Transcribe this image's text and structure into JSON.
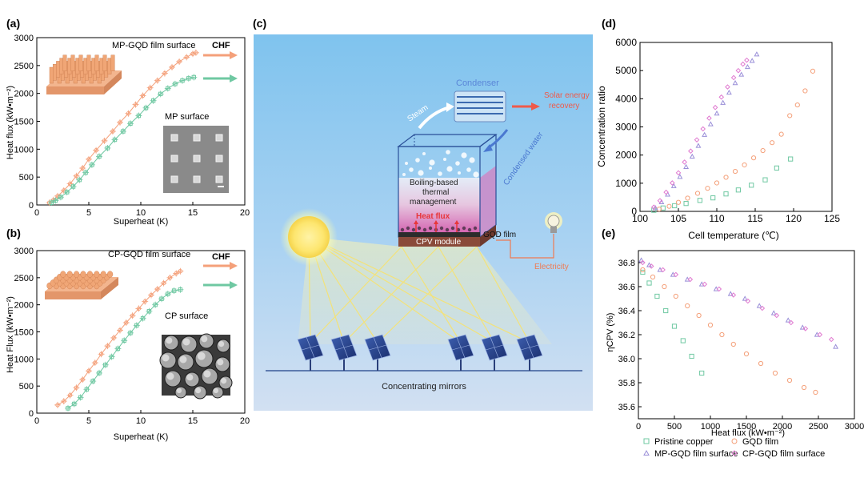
{
  "colors": {
    "orange": "#f4a07a",
    "green": "#6fc8a2",
    "purple": "#9a8fd8",
    "pink": "#e07ad0",
    "sky_top": "#7fc3ee",
    "sky_bottom": "#cfe0f3",
    "sun": "#fdeb7a",
    "arrow_red": "#ef5a4a",
    "label_blue": "#5a86d8",
    "label_orange": "#ef7a52"
  },
  "panel_labels": {
    "a": "(a)",
    "b": "(b)",
    "c": "(c)",
    "d": "(d)",
    "e": "(e)"
  },
  "panel_a": {
    "ylabel": "Heat flux (kW•m⁻²)",
    "xlabel": "Superheat (K)",
    "series_top_label": "MP-GQD film surface",
    "series_bottom_label": "MP surface",
    "chf_label": "CHF",
    "scale_bar": "scale bar"
  },
  "panel_b": {
    "ylabel": "Heat Flux (kW•m⁻²)",
    "xlabel": "Superheat (K)",
    "series_top_label": "CP-GQD film surface",
    "series_bottom_label": "CP surface",
    "chf_label": "CHF"
  },
  "panel_c": {
    "condenser": "Condenser",
    "steam": "Steam",
    "solar_recovery_1": "Solar energy",
    "solar_recovery_2": "recovery",
    "condensed_water": "Condensed water",
    "boiling_1": "Boiling-based",
    "boiling_2": "thermal",
    "boiling_3": "management",
    "heat_flux": "Heat flux",
    "gqd_film": "GQD film",
    "cpv_module": "CPV module",
    "electricity": "Electricity",
    "mirrors": "Concentrating mirrors"
  },
  "chart_data": [
    {
      "panel": "a",
      "type": "scatter",
      "xlabel": "Superheat (K)",
      "ylabel": "Heat flux (kW•m⁻²)",
      "xlim": [
        0,
        20
      ],
      "ylim": [
        0,
        3000
      ],
      "xticks": [
        0,
        5,
        10,
        15,
        20
      ],
      "yticks": [
        0,
        500,
        1000,
        1500,
        2000,
        2500,
        3000
      ],
      "series": [
        {
          "name": "MP-GQD film surface",
          "color": "orange",
          "x": [
            1.2,
            1.6,
            2.0,
            2.6,
            3.2,
            3.8,
            4.4,
            5.0,
            5.7,
            6.5,
            7.3,
            8.0,
            8.8,
            9.5,
            10.2,
            10.9,
            11.6,
            12.3,
            13.0,
            13.7,
            14.4,
            15.0,
            15.3
          ],
          "y": [
            40,
            90,
            160,
            260,
            380,
            520,
            660,
            820,
            980,
            1150,
            1320,
            1480,
            1640,
            1800,
            1960,
            2100,
            2230,
            2360,
            2470,
            2570,
            2650,
            2710,
            2730
          ]
        },
        {
          "name": "MP surface",
          "color": "green",
          "x": [
            1.4,
            1.8,
            2.3,
            2.9,
            3.5,
            4.1,
            4.7,
            5.3,
            6.0,
            6.8,
            7.5,
            8.3,
            9.0,
            9.8,
            10.5,
            11.2,
            11.9,
            12.6,
            13.3,
            14.0,
            14.6,
            15.1
          ],
          "y": [
            40,
            80,
            140,
            230,
            330,
            450,
            580,
            720,
            870,
            1020,
            1170,
            1320,
            1460,
            1600,
            1740,
            1870,
            1990,
            2090,
            2170,
            2230,
            2270,
            2290
          ]
        }
      ]
    },
    {
      "panel": "b",
      "type": "scatter",
      "xlabel": "Superheat (K)",
      "ylabel": "Heat Flux (kW•m⁻²)",
      "xlim": [
        0,
        20
      ],
      "ylim": [
        0,
        3000
      ],
      "xticks": [
        0,
        5,
        10,
        15,
        20
      ],
      "yticks": [
        0,
        500,
        1000,
        1500,
        2000,
        2500,
        3000
      ],
      "series": [
        {
          "name": "CP-GQD film surface",
          "color": "orange",
          "x": [
            2.0,
            2.6,
            3.2,
            3.8,
            4.4,
            5.0,
            5.6,
            6.2,
            6.8,
            7.4,
            8.0,
            8.6,
            9.2,
            9.8,
            10.4,
            11.0,
            11.6,
            12.2,
            12.8,
            13.4,
            13.8
          ],
          "y": [
            150,
            220,
            330,
            470,
            620,
            780,
            930,
            1090,
            1240,
            1390,
            1530,
            1670,
            1800,
            1930,
            2060,
            2180,
            2290,
            2400,
            2500,
            2580,
            2620
          ]
        },
        {
          "name": "CP surface",
          "color": "green",
          "x": [
            3.0,
            3.6,
            4.2,
            4.8,
            5.4,
            6.0,
            6.6,
            7.2,
            7.8,
            8.4,
            9.0,
            9.6,
            10.2,
            10.8,
            11.4,
            12.0,
            12.6,
            13.2,
            13.8
          ],
          "y": [
            90,
            170,
            290,
            440,
            590,
            740,
            890,
            1040,
            1190,
            1340,
            1480,
            1620,
            1750,
            1880,
            2000,
            2110,
            2200,
            2260,
            2280
          ]
        }
      ]
    },
    {
      "panel": "d",
      "type": "scatter",
      "xlabel": "Cell temperature (℃)",
      "ylabel": "Concentration ratio",
      "xlim": [
        100,
        125
      ],
      "ylim": [
        0,
        6000
      ],
      "xticks": [
        100,
        105,
        110,
        115,
        120,
        125
      ],
      "yticks": [
        0,
        1000,
        2000,
        3000,
        4000,
        5000,
        6000
      ],
      "series": [
        {
          "name": "Pristine copper",
          "color": "green",
          "marker": "square",
          "x": [
            101.8,
            103.0,
            104.5,
            106.0,
            107.8,
            109.5,
            111.2,
            112.8,
            114.5,
            116.3,
            117.8,
            119.6
          ],
          "y": [
            40,
            120,
            200,
            280,
            390,
            480,
            620,
            760,
            930,
            1120,
            1540,
            1860
          ]
        },
        {
          "name": "GQD film",
          "color": "orange",
          "marker": "circle",
          "x": [
            102.5,
            103.8,
            105.0,
            106.2,
            107.5,
            108.8,
            110.0,
            111.2,
            112.4,
            113.6,
            114.8,
            116.0,
            117.2,
            118.4,
            119.5,
            120.5,
            121.5,
            122.5
          ],
          "y": [
            80,
            180,
            320,
            470,
            640,
            820,
            1010,
            1210,
            1420,
            1650,
            1900,
            2160,
            2440,
            2740,
            3400,
            3780,
            4280,
            4980
          ]
        },
        {
          "name": "MP-GQD film surface",
          "color": "purple",
          "marker": "triangle",
          "x": [
            102.0,
            102.8,
            103.6,
            104.4,
            105.2,
            106.0,
            106.8,
            107.6,
            108.4,
            109.2,
            110.0,
            110.8,
            111.6,
            112.4,
            113.2,
            114.0,
            114.6,
            115.2
          ],
          "y": [
            120,
            330,
            600,
            900,
            1230,
            1580,
            1950,
            2330,
            2720,
            3100,
            3480,
            3860,
            4220,
            4560,
            4860,
            5130,
            5350,
            5580
          ]
        },
        {
          "name": "CP-GQD film surface",
          "color": "pink",
          "marker": "diamond",
          "x": [
            101.8,
            102.6,
            103.4,
            104.2,
            105.0,
            105.8,
            106.6,
            107.4,
            108.2,
            109.0,
            109.8,
            110.6,
            111.4,
            112.2,
            112.8,
            113.4,
            113.9
          ],
          "y": [
            150,
            380,
            680,
            1010,
            1370,
            1750,
            2140,
            2540,
            2930,
            3310,
            3690,
            4060,
            4420,
            4750,
            5000,
            5230,
            5370
          ]
        }
      ]
    },
    {
      "panel": "e",
      "type": "scatter",
      "xlabel": "Heat flux (kW•m⁻²)",
      "ylabel": "ηCPV (%)",
      "xlim": [
        0,
        3000
      ],
      "ylim": [
        35.5,
        36.9
      ],
      "xticks": [
        0,
        500,
        1000,
        1500,
        2000,
        2500,
        3000
      ],
      "yticks": [
        35.6,
        35.8,
        36.0,
        36.2,
        36.4,
        36.6,
        36.8
      ],
      "series": [
        {
          "name": "Pristine copper",
          "color": "green",
          "marker": "square",
          "x": [
            60,
            150,
            260,
            380,
            500,
            620,
            740,
            880
          ],
          "y": [
            36.72,
            36.63,
            36.52,
            36.4,
            36.27,
            36.15,
            36.02,
            35.88
          ]
        },
        {
          "name": "GQD film",
          "color": "orange",
          "marker": "circle",
          "x": [
            60,
            200,
            360,
            520,
            680,
            840,
            1000,
            1160,
            1320,
            1500,
            1700,
            1900,
            2100,
            2300,
            2460
          ],
          "y": [
            36.74,
            36.68,
            36.6,
            36.52,
            36.44,
            36.36,
            36.28,
            36.2,
            36.12,
            36.04,
            35.96,
            35.88,
            35.82,
            35.76,
            35.72
          ]
        },
        {
          "name": "MP-GQD film surface",
          "color": "purple",
          "marker": "triangle",
          "x": [
            40,
            150,
            300,
            480,
            680,
            880,
            1080,
            1280,
            1480,
            1680,
            1880,
            2080,
            2280,
            2480,
            2740
          ],
          "y": [
            36.82,
            36.78,
            36.74,
            36.7,
            36.66,
            36.62,
            36.58,
            36.54,
            36.5,
            36.44,
            36.38,
            36.32,
            36.26,
            36.2,
            36.1
          ]
        },
        {
          "name": "CP-GQD film surface",
          "color": "pink",
          "marker": "diamond",
          "x": [
            60,
            180,
            340,
            520,
            720,
            920,
            1120,
            1320,
            1520,
            1720,
            1920,
            2120,
            2320,
            2520,
            2680
          ],
          "y": [
            36.8,
            36.77,
            36.74,
            36.7,
            36.66,
            36.62,
            36.58,
            36.53,
            36.48,
            36.42,
            36.36,
            36.3,
            36.25,
            36.2,
            36.16
          ]
        }
      ]
    }
  ],
  "legend_e": {
    "items": [
      {
        "label": "Pristine copper",
        "color": "green",
        "marker": "square"
      },
      {
        "label": "GQD film",
        "color": "orange",
        "marker": "circle"
      },
      {
        "label": "MP-GQD film surface",
        "color": "purple",
        "marker": "triangle"
      },
      {
        "label": "CP-GQD film surface",
        "color": "pink",
        "marker": "diamond"
      }
    ]
  },
  "panel_d_xlabel": "Cell temperature (℃)",
  "panel_e_xlabel": "Heat flux (kW•m⁻²)"
}
